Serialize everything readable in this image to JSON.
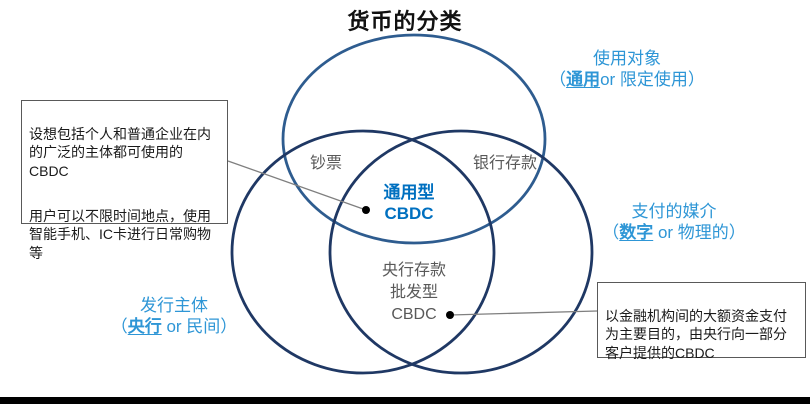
{
  "title": "货币的分类",
  "colors": {
    "top_circle": "#2E5C8F",
    "bottom_circles": "#1F3864",
    "center_label_blue": "#0070C0",
    "axis_label_blue": "#2E96D6",
    "region_gray": "#595959",
    "connector_gray": "#7F7F7F",
    "callout_border": "#595959",
    "bottom_bar": "#000000"
  },
  "venn": {
    "regions": {
      "banknotes": "钞票",
      "bank_deposits": "银行存款",
      "general_cbdc": [
        "通用型",
        "CBDC"
      ],
      "wholesale": [
        "央行存款",
        "批发型",
        "CBDC"
      ]
    }
  },
  "axis_labels": {
    "usage": {
      "line1": "使用对象",
      "open": "（",
      "strong": "通用",
      "rest": "or 限定使用）"
    },
    "payment": {
      "line1": "支付的媒介",
      "open": "（",
      "strong": "数字",
      "rest": " or 物理的）"
    },
    "issuer": {
      "line1": "发行主体",
      "open": "（",
      "strong": "央行",
      "rest": " or 民间）"
    }
  },
  "callouts": {
    "general": {
      "p1": [
        "设想包括个人和普通企业在内",
        "的广泛的主体都可使用的",
        "CBDC"
      ],
      "p2": [
        "用户可以不限时间地点，使用",
        "智能手机、IC卡进行日常购物",
        "等"
      ]
    },
    "wholesale": {
      "p1": [
        "以金融机构间的大额资金支付",
        "为主要目的，由央行向一部分",
        "客户提供的CBDC"
      ]
    }
  }
}
